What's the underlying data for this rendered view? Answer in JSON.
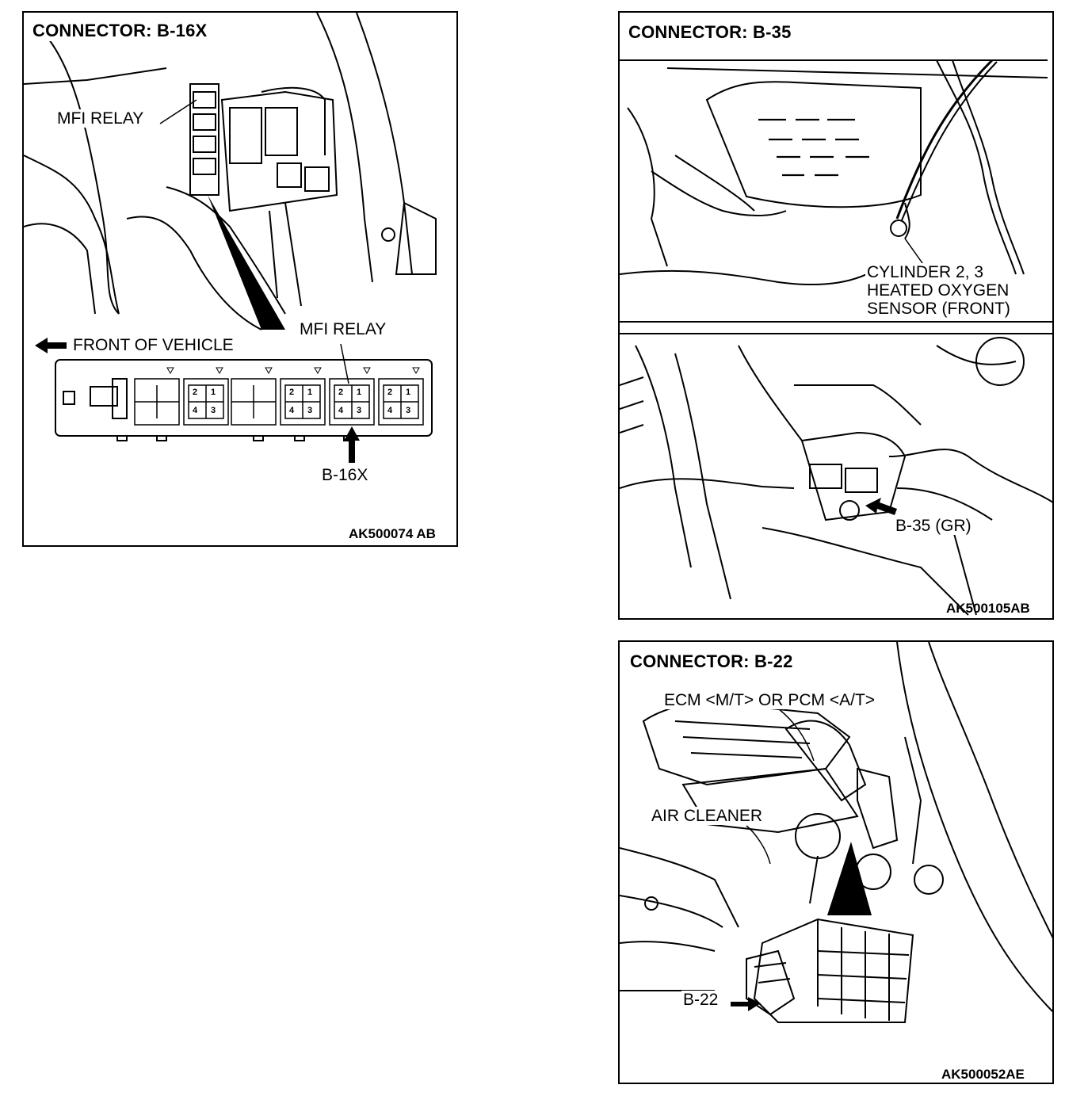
{
  "panel_b16x": {
    "title": "CONNECTOR: B-16X",
    "code": "AK500074 AB",
    "label_mfi_relay_top": "MFI RELAY",
    "label_mfi_relay_box": "MFI RELAY",
    "label_front": "FRONT OF VEHICLE",
    "label_connector": "B-16X",
    "relay_pins": [
      "2",
      "1",
      "4",
      "3"
    ]
  },
  "panel_b35": {
    "title": "CONNECTOR: B-35",
    "code": "AK500105AB",
    "sensor_line1": "CYLINDER 2, 3",
    "sensor_line2": "HEATED OXYGEN",
    "sensor_line3": "SENSOR (FRONT)",
    "label_connector": "B-35 (GR)"
  },
  "panel_b22": {
    "title": "CONNECTOR: B-22",
    "code": "AK500052AE",
    "label_ecm": "ECM <M/T> OR PCM <A/T>",
    "label_air_cleaner": "AIR CLEANER",
    "label_connector": "B-22"
  }
}
